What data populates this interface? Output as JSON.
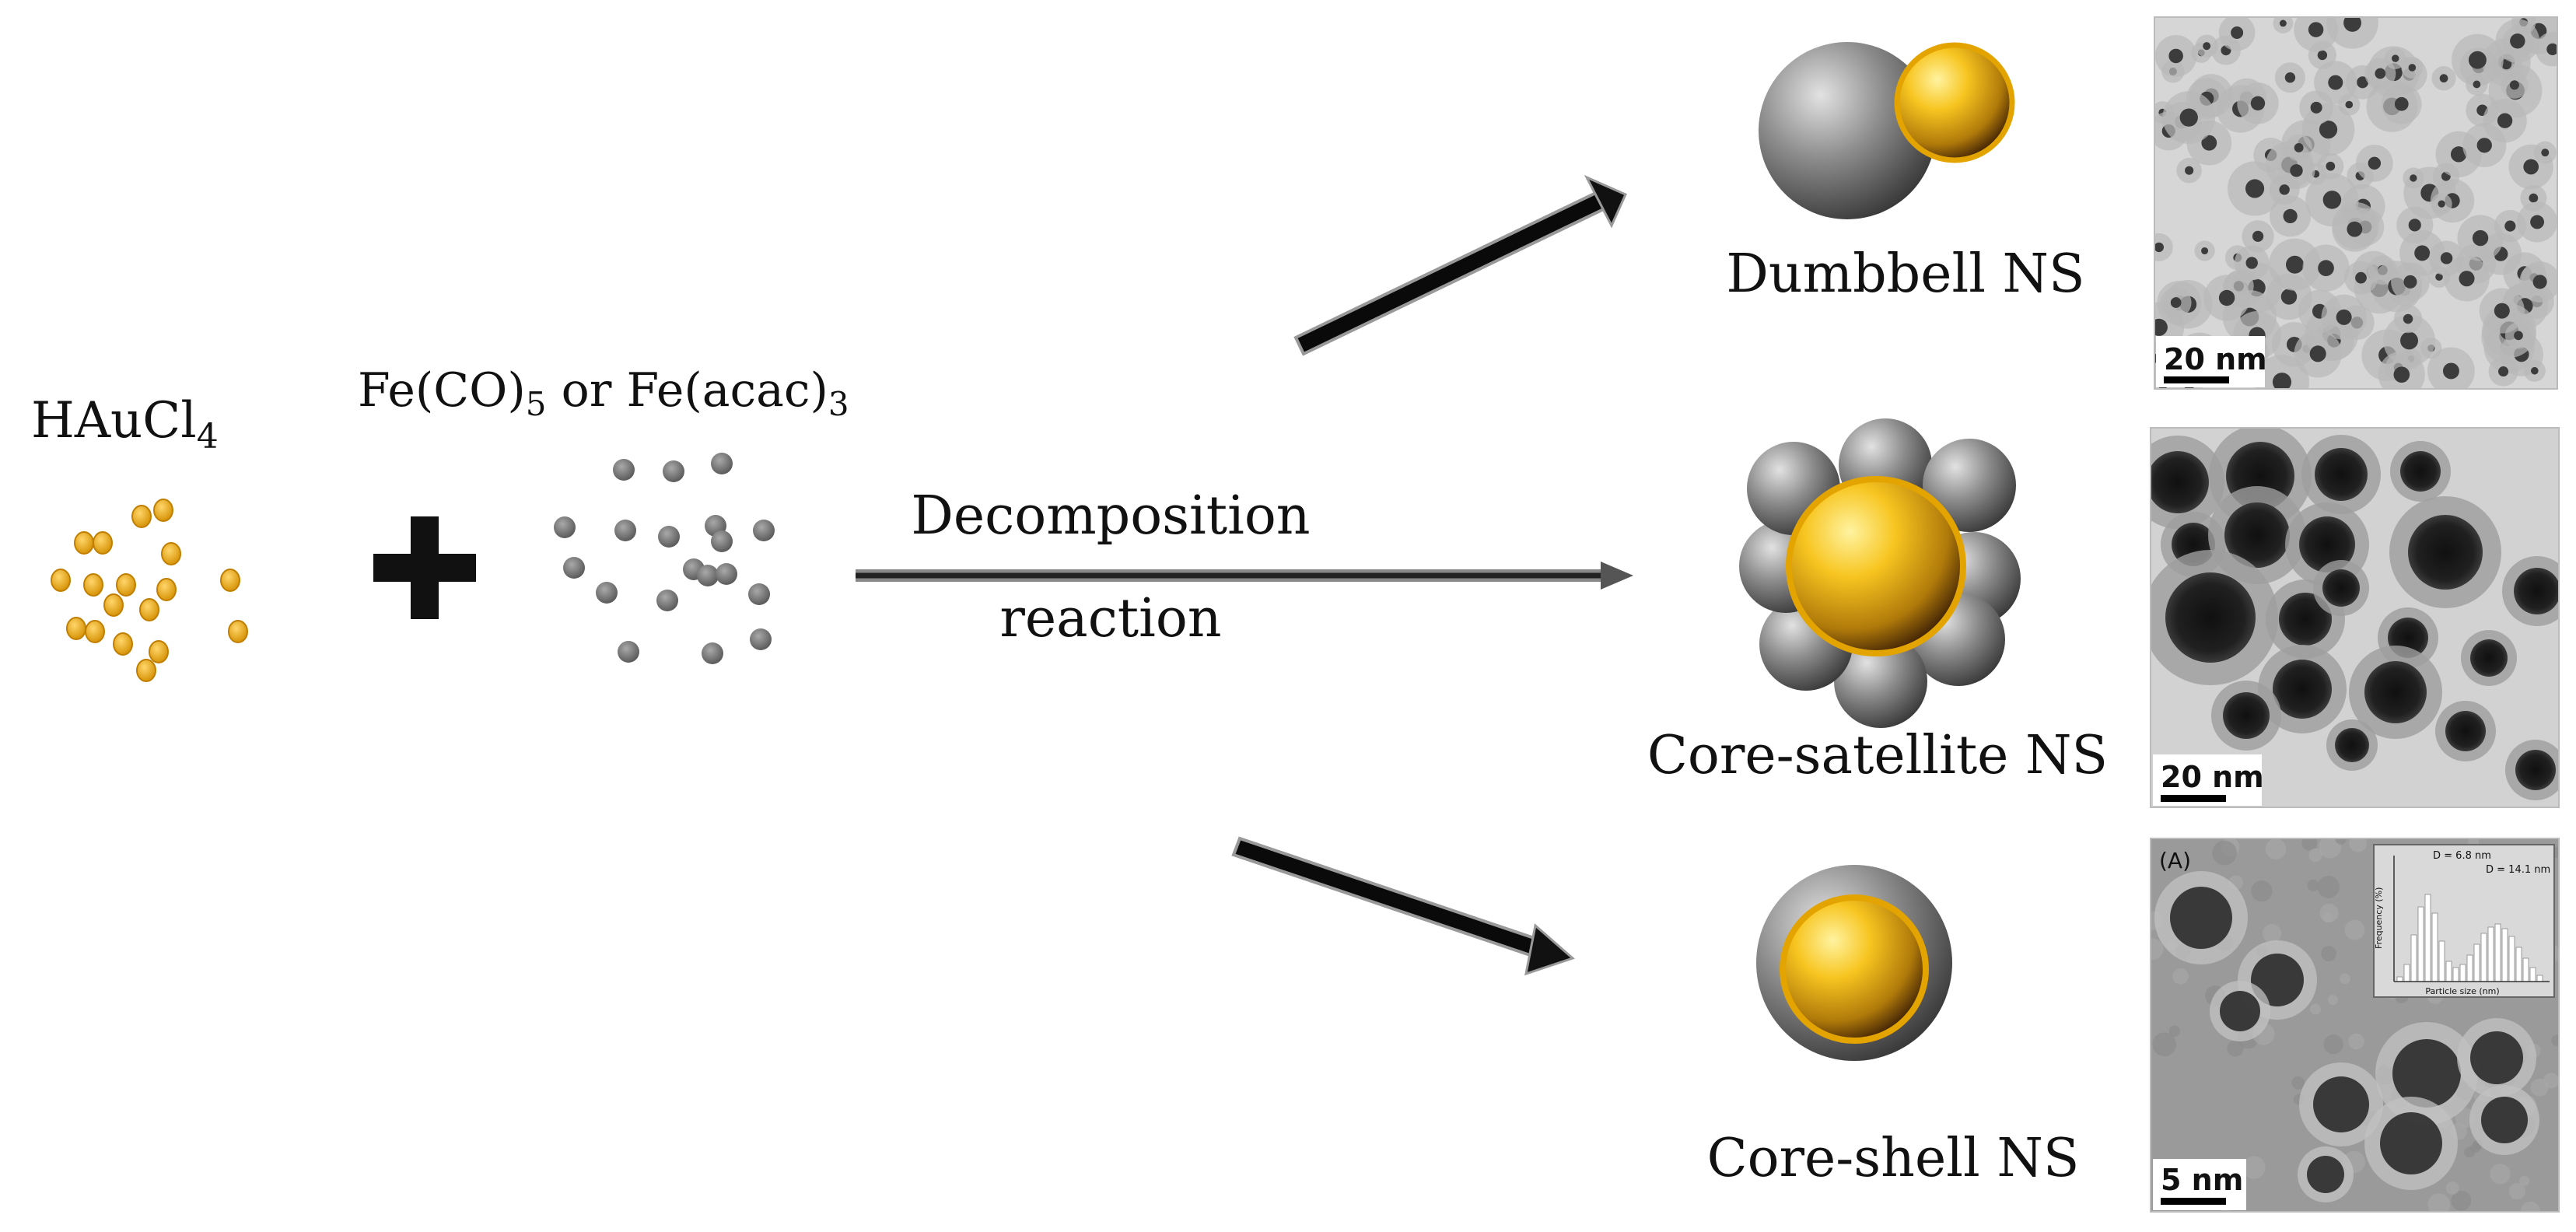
{
  "reagents": {
    "gold": {
      "label_main": "HAuCl",
      "label_sub": "4"
    },
    "iron": {
      "label_a": "Fe(CO)",
      "label_a_sub": "5",
      "label_mid": " or Fe(acac)",
      "label_b_sub": "3"
    },
    "plus_symbol": "+"
  },
  "reaction": {
    "line1": "Decomposition",
    "line2": "reaction"
  },
  "products": [
    {
      "name": "Dumbbell NS",
      "scale_bar": "20 nm"
    },
    {
      "name": "Core-satellite NS",
      "scale_bar": "20 nm"
    },
    {
      "name": "Core-shell NS",
      "scale_bar": "5 nm"
    }
  ],
  "tem_inset": {
    "panel_label": "(A)",
    "peak1": "D = 6.8 nm",
    "peak2": "D = 14.1 nm",
    "ylabel": "Frequency (%)",
    "xlabel": "Particle size (nm)"
  },
  "colors": {
    "gold": "#f2b51b",
    "iron": "#7a7a7a",
    "arrow": "#111111"
  }
}
